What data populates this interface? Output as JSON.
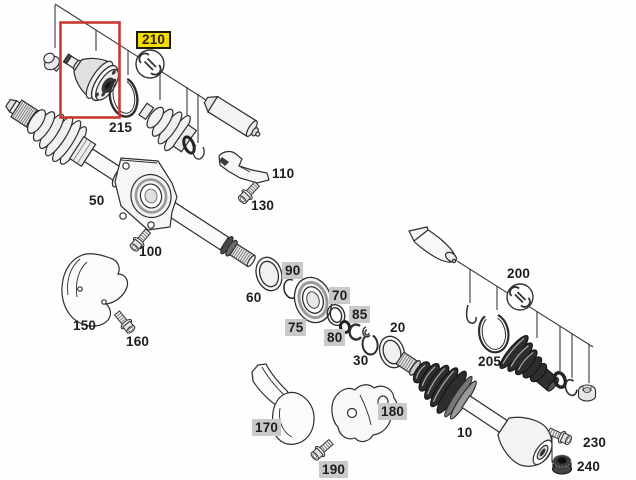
{
  "diagram": {
    "kind": "exploded-parts-diagram",
    "subject": "drive shafts / axle assembly",
    "colors": {
      "line": "#2e2e2e",
      "highlight_box": "#c63b30",
      "selected_label_bg": "#f2de00",
      "shaded_label_bg": "#c9c9c9",
      "dark_part_fill": "#2d2d2d"
    },
    "icons": [
      {
        "id": "wrench-icon-210",
        "meaning": "service tool symbol"
      },
      {
        "id": "wrench-icon-200",
        "meaning": "service tool symbol"
      }
    ],
    "labels": [
      {
        "text": "210",
        "style": "yellow"
      },
      {
        "text": "215",
        "style": "plain"
      },
      {
        "text": "50",
        "style": "plain"
      },
      {
        "text": "100",
        "style": "plain"
      },
      {
        "text": "110",
        "style": "plain"
      },
      {
        "text": "130",
        "style": "plain"
      },
      {
        "text": "150",
        "style": "plain"
      },
      {
        "text": "160",
        "style": "plain"
      },
      {
        "text": "60",
        "style": "plain"
      },
      {
        "text": "90",
        "style": "gray"
      },
      {
        "text": "75",
        "style": "gray"
      },
      {
        "text": "70",
        "style": "gray"
      },
      {
        "text": "85",
        "style": "gray"
      },
      {
        "text": "80",
        "style": "gray"
      },
      {
        "text": "30",
        "style": "plain"
      },
      {
        "text": "20",
        "style": "plain"
      },
      {
        "text": "200",
        "style": "plain"
      },
      {
        "text": "205",
        "style": "plain"
      },
      {
        "text": "10",
        "style": "plain"
      },
      {
        "text": "230",
        "style": "plain"
      },
      {
        "text": "240",
        "style": "plain"
      },
      {
        "text": "170",
        "style": "gray"
      },
      {
        "text": "180",
        "style": "gray"
      },
      {
        "text": "190",
        "style": "gray"
      }
    ]
  }
}
